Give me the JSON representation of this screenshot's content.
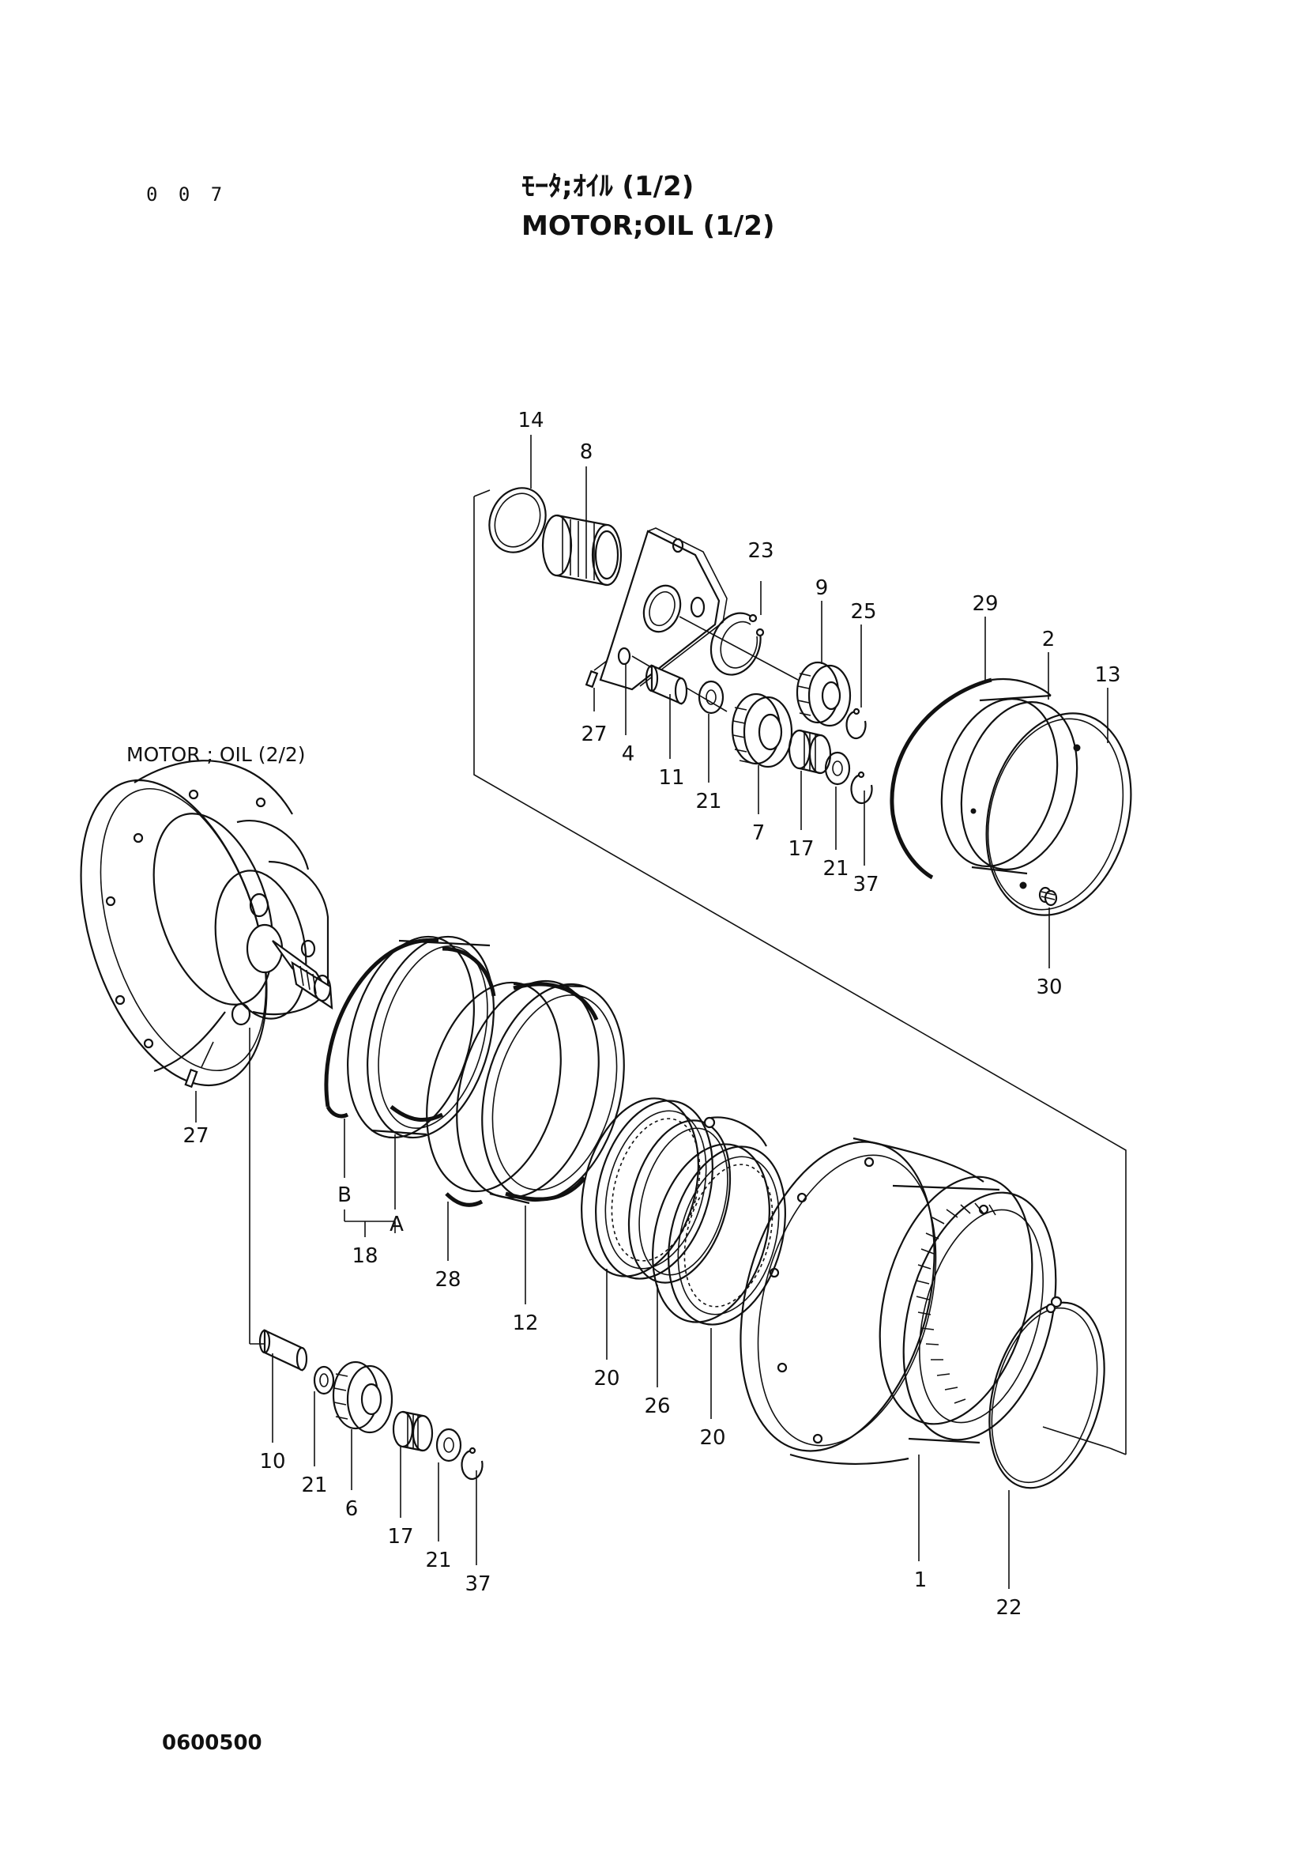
{
  "header": {
    "page_number": "0 0 7",
    "title_jp": "ﾓｰﾀ;ｵｲﾙ (1/2)",
    "title_en": "MOTOR;OIL (1/2)"
  },
  "reference_label": "MOTOR ; OIL (2/2)",
  "drawing_code": "0600500",
  "callouts": {
    "c14": "14",
    "c8": "8",
    "c23": "23",
    "c9": "9",
    "c25": "25",
    "c29": "29",
    "c2": "2",
    "c13": "13",
    "c27_top": "27",
    "c4": "4",
    "c11": "11",
    "c21_top_a": "21",
    "c7": "7",
    "c17_top": "17",
    "c21_top_b": "21",
    "c37_top": "37",
    "c30": "30",
    "c27_left": "27",
    "cB": "B",
    "cA": "A",
    "c18": "18",
    "c28": "28",
    "c12": "12",
    "c20_a": "20",
    "c26": "26",
    "c20_b": "20",
    "c10": "10",
    "c21_bot_a": "21",
    "c6": "6",
    "c17_bot": "17",
    "c21_bot_b": "21",
    "c37_bot": "37",
    "c1": "1",
    "c22": "22"
  }
}
